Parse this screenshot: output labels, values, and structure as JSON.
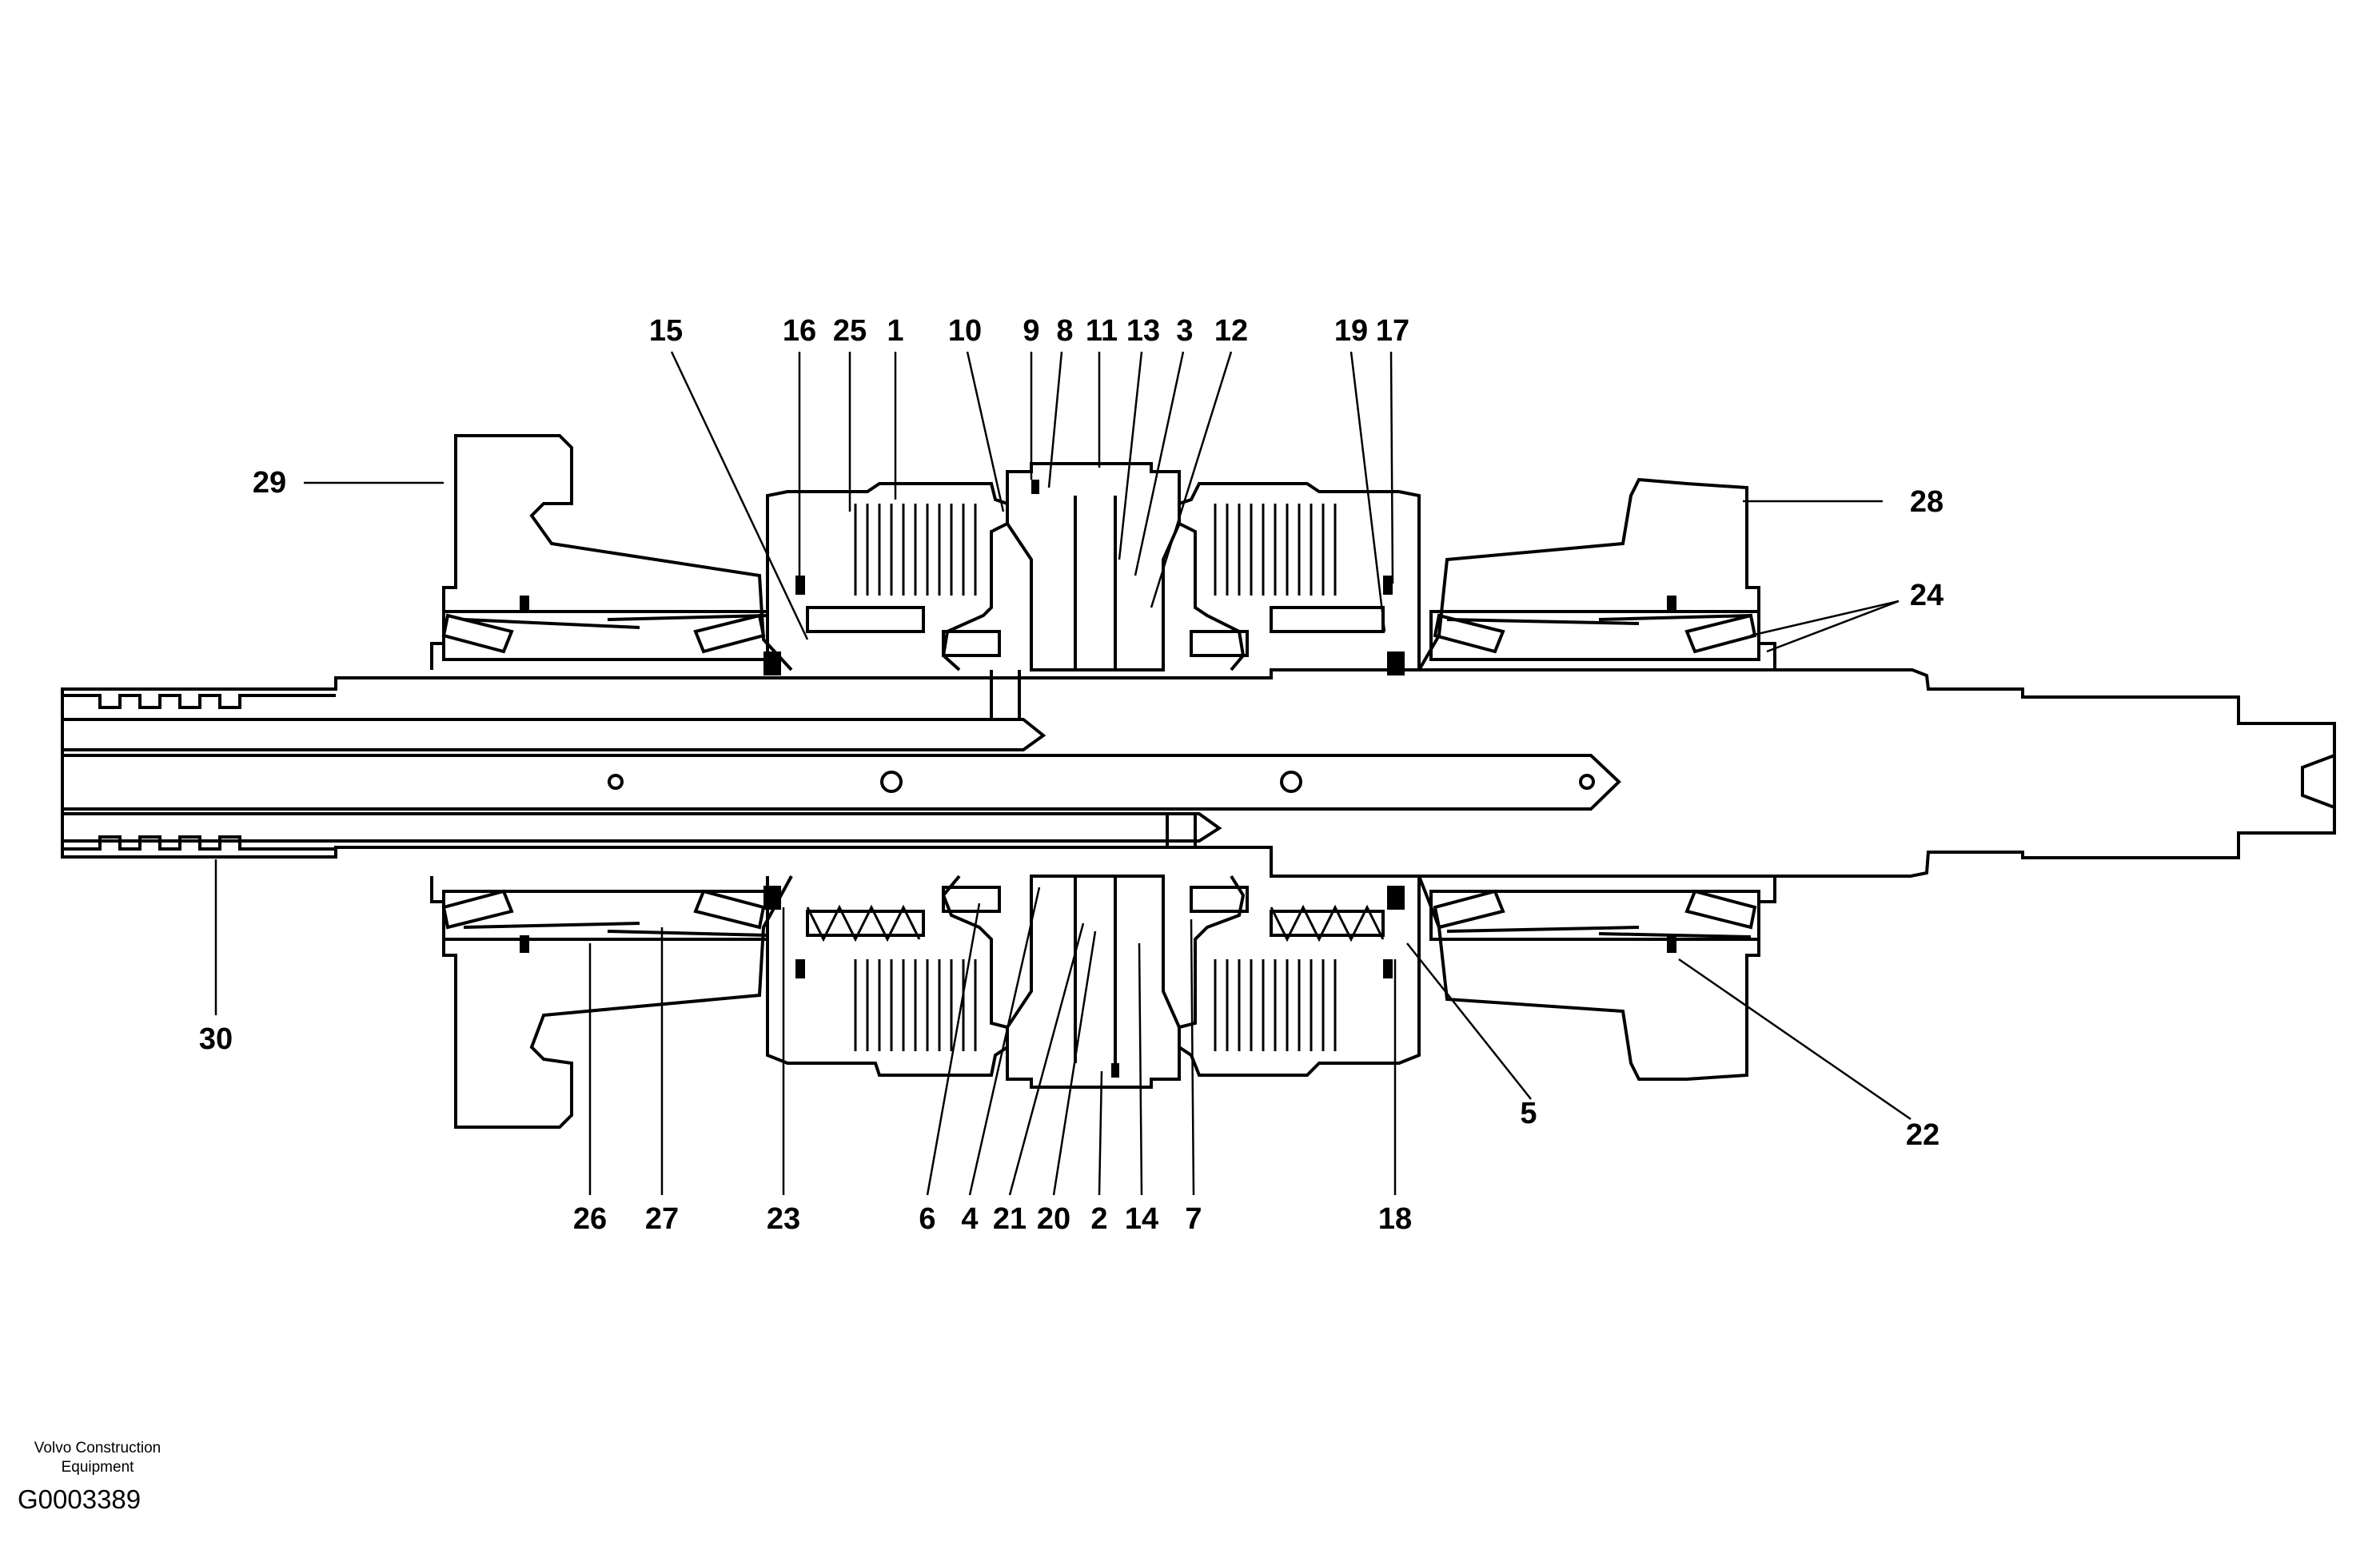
{
  "footer": {
    "brand_line1": "Volvo Construction",
    "brand_line2": "Equipment",
    "figure_code": "G0003389"
  },
  "diagram": {
    "top_labels": [
      "15",
      "16",
      "25",
      "1",
      "10",
      "9",
      "8",
      "11",
      "13",
      "3",
      "12",
      "19",
      "17"
    ],
    "bottom_labels": [
      "26",
      "27",
      "23",
      "6",
      "4",
      "21",
      "20",
      "2",
      "14",
      "7",
      "18"
    ],
    "side_labels": [
      "29",
      "28",
      "24",
      "30",
      "5",
      "22"
    ]
  }
}
